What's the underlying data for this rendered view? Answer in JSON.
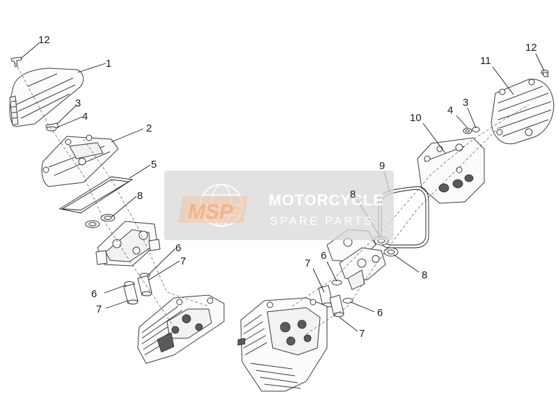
{
  "diagram": {
    "watermark": {
      "logo_text": "MSP",
      "title": "MOTORCYCLE",
      "subtitle": "SPARE PARTS"
    },
    "callouts": [
      {
        "id": "12",
        "text": "12"
      },
      {
        "id": "1",
        "text": "1"
      },
      {
        "id": "3",
        "text": "3"
      },
      {
        "id": "4",
        "text": "4"
      },
      {
        "id": "2",
        "text": "2"
      },
      {
        "id": "5",
        "text": "5"
      },
      {
        "id": "8",
        "text": "8"
      },
      {
        "id": "6",
        "text": "6"
      },
      {
        "id": "7",
        "text": "7"
      },
      {
        "id": "6",
        "text": "6"
      },
      {
        "id": "7",
        "text": "7"
      },
      {
        "id": "12",
        "text": "12"
      },
      {
        "id": "11",
        "text": "11"
      },
      {
        "id": "4",
        "text": "4"
      },
      {
        "id": "3",
        "text": "3"
      },
      {
        "id": "10",
        "text": "10"
      },
      {
        "id": "9",
        "text": "9"
      },
      {
        "id": "8",
        "text": "8"
      },
      {
        "id": "7",
        "text": "7"
      },
      {
        "id": "6",
        "text": "6"
      },
      {
        "id": "8",
        "text": "8"
      },
      {
        "id": "6",
        "text": "6"
      },
      {
        "id": "7",
        "text": "7"
      }
    ]
  }
}
